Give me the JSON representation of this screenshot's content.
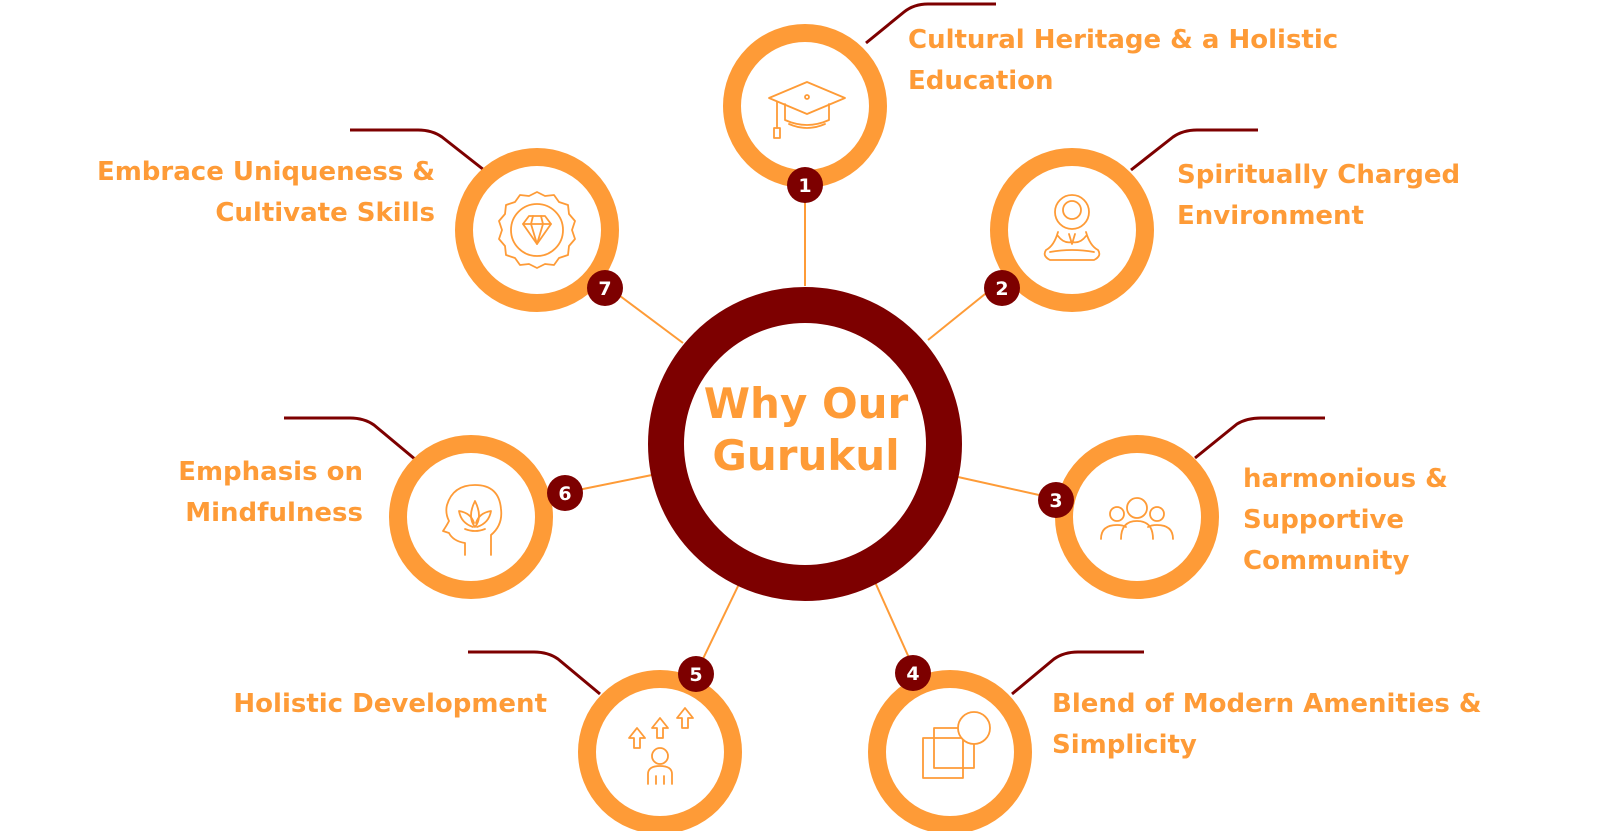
{
  "title": "Why Our\nGurukul",
  "colors": {
    "accent": "#FE9B37",
    "dark": "#7D0000",
    "white": "#FFFFFF"
  },
  "items": [
    {
      "number": "1",
      "label": "Cultural Heritage & a Holistic\nEducation",
      "icon": "graduation-cap-icon"
    },
    {
      "number": "2",
      "label": "Spiritually Charged\nEnvironment",
      "icon": "meditation-icon"
    },
    {
      "number": "3",
      "label": "harmonious & Supportive\nCommunity",
      "icon": "community-icon"
    },
    {
      "number": "4",
      "label": "Blend of Modern Amenities &\nSimplicity",
      "icon": "overlapping-shapes-icon"
    },
    {
      "number": "5",
      "label": "Holistic Development",
      "icon": "growth-arrows-icon"
    },
    {
      "number": "6",
      "label": "Emphasis on Mindfulness",
      "icon": "mindful-head-icon"
    },
    {
      "number": "7",
      "label": "Embrace Uniqueness &\nCultivate Skills",
      "icon": "diamond-badge-icon"
    }
  ]
}
